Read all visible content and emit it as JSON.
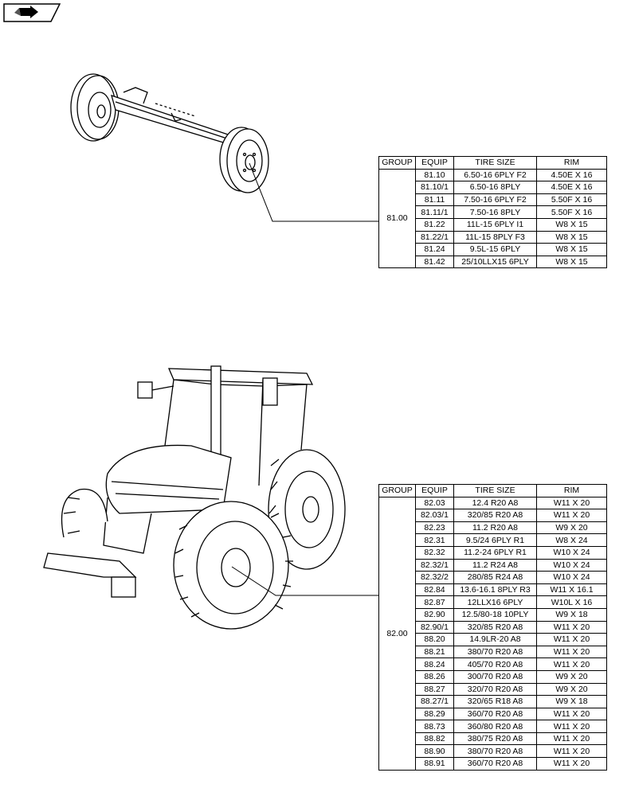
{
  "columns": [
    "GROUP",
    "EQUIP",
    "TIRE SIZE",
    "RIM"
  ],
  "table_81": {
    "group": "81.00",
    "rows": [
      [
        "81.10",
        "6.50-16 6PLY F2",
        "4.50E X 16"
      ],
      [
        "81.10/1",
        "6.50-16 8PLY",
        "4.50E X 16"
      ],
      [
        "81.11",
        "7.50-16 6PLY F2",
        "5.50F X 16"
      ],
      [
        "81.11/1",
        "7.50-16 8PLY",
        "5.50F X 16"
      ],
      [
        "81.22",
        "11L-15 6PLY I1",
        "W8 X 15"
      ],
      [
        "81.22/1",
        "11L-15 8PLY F3",
        "W8 X 15"
      ],
      [
        "81.24",
        "9.5L-15 6PLY",
        "W8 X 15"
      ],
      [
        "81.42",
        "25/10LLX15 6PLY",
        "W8 X 15"
      ]
    ]
  },
  "table_82": {
    "group": "82.00",
    "rows": [
      [
        "82.03",
        "12.4 R20 A8",
        "W11 X 20"
      ],
      [
        "82.03/1",
        "320/85 R20 A8",
        "W11 X 20"
      ],
      [
        "82.23",
        "11.2 R20 A8",
        "W9 X 20"
      ],
      [
        "82.31",
        "9.5/24 6PLY R1",
        "W8 X 24"
      ],
      [
        "82.32",
        "11.2-24 6PLY R1",
        "W10 X 24"
      ],
      [
        "82.32/1",
        "11.2 R24 A8",
        "W10 X 24"
      ],
      [
        "82.32/2",
        "280/85 R24 A8",
        "W10 X 24"
      ],
      [
        "82.84",
        "13.6-16.1 8PLY R3",
        "W11 X 16.1"
      ],
      [
        "82.87",
        "12LLX16 6PLY",
        "W10L X 16"
      ],
      [
        "82.90",
        "12.5/80-18 10PLY",
        "W9 X 18"
      ],
      [
        "82.90/1",
        "320/85 R20 A8",
        "W11 X 20"
      ],
      [
        "88.20",
        "14.9LR-20 A8",
        "W11 X 20"
      ],
      [
        "88.21",
        "380/70 R20 A8",
        "W11 X 20"
      ],
      [
        "88.24",
        "405/70 R20 A8",
        "W11 X 20"
      ],
      [
        "88.26",
        "300/70 R20 A8",
        "W9 X 20"
      ],
      [
        "88.27",
        "320/70 R20 A8",
        "W9 X 20"
      ],
      [
        "88.27/1",
        "320/65 R18 A8",
        "W9 X 18"
      ],
      [
        "88.29",
        "360/70 R20  A8",
        "W11 X 20"
      ],
      [
        "88.73",
        "360/80 R20 A8",
        "W11 X 20"
      ],
      [
        "88.82",
        "380/75 R20 A8",
        "W11 X 20"
      ],
      [
        "88.90",
        "380/70 R20 A8",
        "W11 X 20"
      ],
      [
        "88.91",
        "360/70 R20 A8",
        "W11 X 20"
      ]
    ]
  },
  "icons": {
    "nav": "forward-arrow-icon"
  }
}
